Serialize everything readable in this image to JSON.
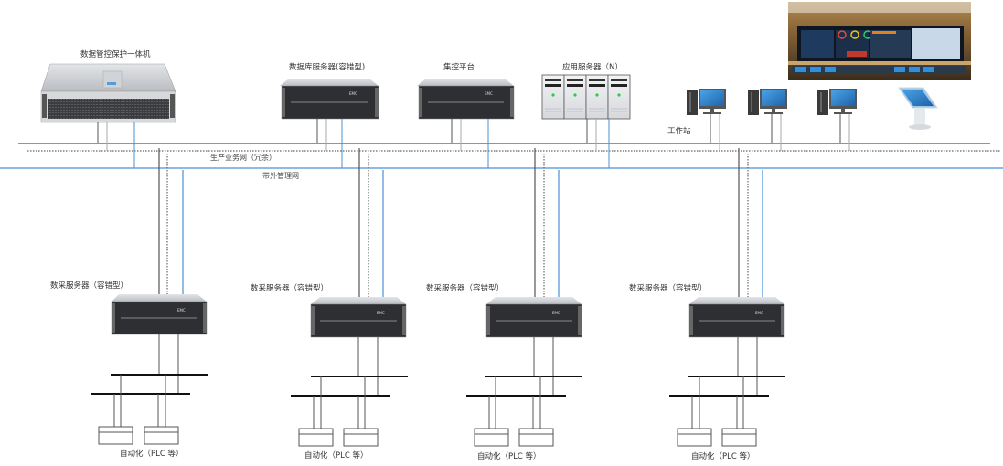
{
  "top_devices": {
    "security_appliance": {
      "label": "数据管控保护一体机"
    },
    "database_server": {
      "label": "数据库服务器(容错型)"
    },
    "monitoring_platform": {
      "label": "集控平台"
    },
    "app_servers": {
      "label": "应用服务器（N）",
      "count": 4
    },
    "workstations": {
      "label": "工作站",
      "count": 3
    },
    "touch_kiosk": {
      "label": ""
    },
    "control_room_photo": {
      "label": ""
    }
  },
  "networks": {
    "production": {
      "label": "生产业务网（冗余）",
      "color": "#555555"
    },
    "oob_management": {
      "label": "带外管理网",
      "color": "#4a90d9"
    }
  },
  "collectors": [
    {
      "label": "数采服务器（容错型）",
      "plc_label": "自动化（PLC 等）"
    },
    {
      "label": "数采服务器（容错型）",
      "plc_label": "自动化（PLC 等）"
    },
    {
      "label": "数采服务器（容错型）",
      "plc_label": "自动化（PLC 等）"
    },
    {
      "label": "数采服务器（容错型）",
      "plc_label": "自动化（PLC 等）"
    }
  ],
  "colors": {
    "line_dark": "#555555",
    "line_light": "#aaaaaa",
    "line_blue": "#4a90d9",
    "server_body": "#2d2f33",
    "server_top": "#c9ccd0",
    "monitor_screen": "#2f7fc9"
  }
}
